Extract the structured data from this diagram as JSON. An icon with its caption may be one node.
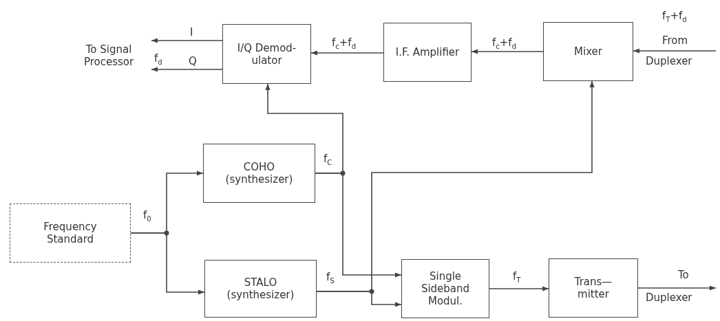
{
  "diagram": {
    "nodes": [
      {
        "text": [
          "To Signal Processor"
        ]
      },
      {
        "text": [
          "I/Q Demod- ulator"
        ]
      },
      {
        "text": [
          "I.F. Amplifier"
        ]
      },
      {
        "text": [
          "Mixer"
        ]
      },
      {
        "text": [
          "Frequency Standard"
        ]
      },
      {
        "text": [
          "COHO (synthesizer)"
        ]
      },
      {
        "text": [
          "STALO (synthesizer)"
        ]
      },
      {
        "text": [
          "Single Sideband Modul."
        ]
      },
      {
        "text": [
          "Trans— mitter"
        ]
      }
    ],
    "edges": [
      {
        "from": 1,
        "to": 0,
        "arrow": "to",
        "label": "I"
      },
      {
        "from": 1,
        "to": 0,
        "arrow": "to",
        "label": "Q"
      },
      {
        "from": 2,
        "to": 1,
        "arrow": "to",
        "label": "f$_{c}$+f$_{d}$"
      },
      {
        "from": 3,
        "to": 2,
        "arrow": "to",
        "label": "f$_{c}$+f$_{d}$"
      },
      {
        "from": null,
        "to": 3,
        "arrow": "to"
      },
      {
        "from": 4,
        "to": 5,
        "arrow": "to"
      },
      {
        "from": 4,
        "to": 6,
        "arrow": "to"
      },
      {
        "from": 5,
        "to": 1,
        "arrow": "to"
      },
      {
        "from": 5,
        "to": 7,
        "arrow": "to"
      },
      {
        "from": 6,
        "to": 7,
        "arrow": "to"
      },
      {
        "from": 6,
        "to": 3,
        "arrow": "to"
      },
      {
        "from": 7,
        "to": 8,
        "arrow": "to",
        "label": "f$_{T}$"
      },
      {
        "from": 8,
        "to": null,
        "arrow": "to"
      }
    ],
    "labels": [
      "f$_{d}$",
      "f$_{T}$+f$_{d}$",
      "From",
      "Duplexer",
      "f$_{0}$",
      "f$_{C}$",
      "f$_{S}$",
      "To",
      "Duplexer"
    ]
  }
}
